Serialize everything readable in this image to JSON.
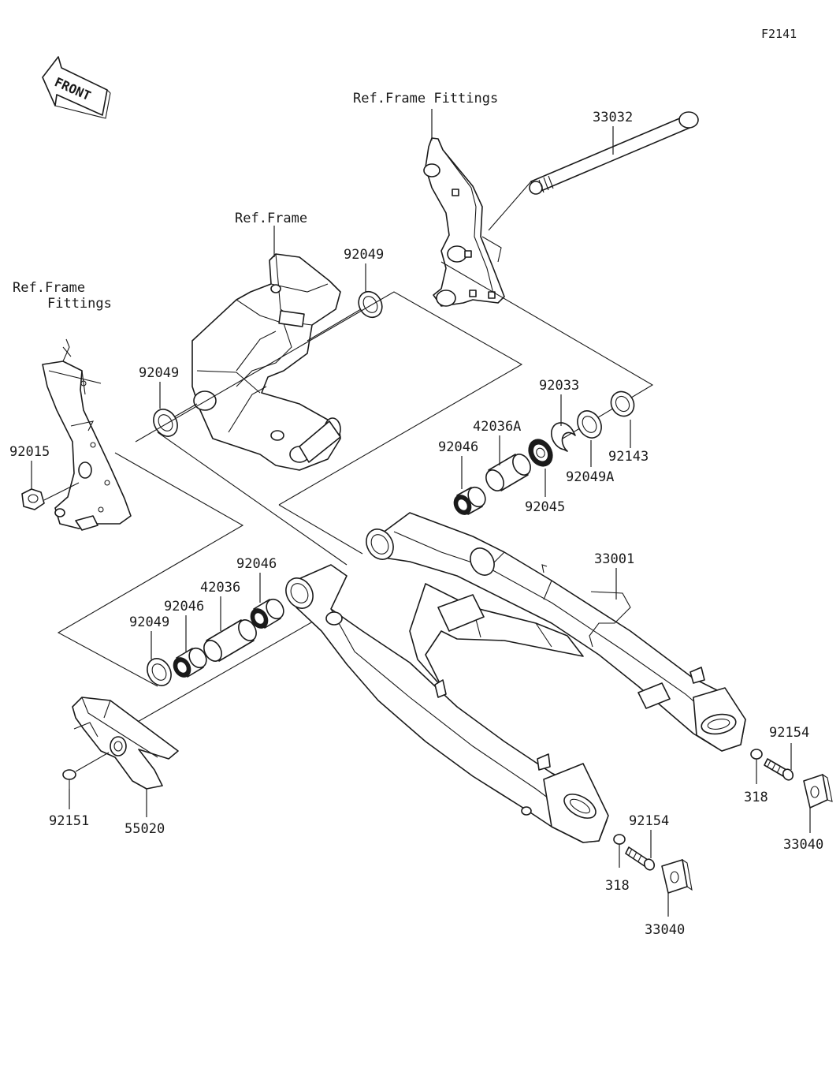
{
  "diagram_code": "F2141",
  "front_arrow_label": "FRONT",
  "reference_labels": {
    "frame_fittings_top": "Ref.Frame Fittings",
    "frame": "Ref.Frame",
    "frame_fittings_left_line1": "Ref.Frame",
    "frame_fittings_left_line2": "Fittings"
  },
  "part_numbers": {
    "shaft": "33032",
    "washer_frame_right": "92049",
    "washer_frame_left": "92049",
    "nut_left_fitting": "92015",
    "circlip": "92033",
    "sleeve_right": "42036A",
    "bearing_right": "92046",
    "ball_bearing": "92045",
    "seal_right": "92049A",
    "cap_right": "92143",
    "swingarm": "33001",
    "bearing_left_outer": "92046",
    "sleeve_left": "42036",
    "bearing_left_inner": "92046",
    "seal_left": "92049",
    "bolt_guard": "92151",
    "chain_guard": "55020",
    "bolt_adjuster_right": "92154",
    "nut_right": "318",
    "adjuster_block_right": "33040",
    "bolt_adjuster_lower": "92154",
    "nut_lower": "318",
    "adjuster_block_lower": "33040"
  }
}
